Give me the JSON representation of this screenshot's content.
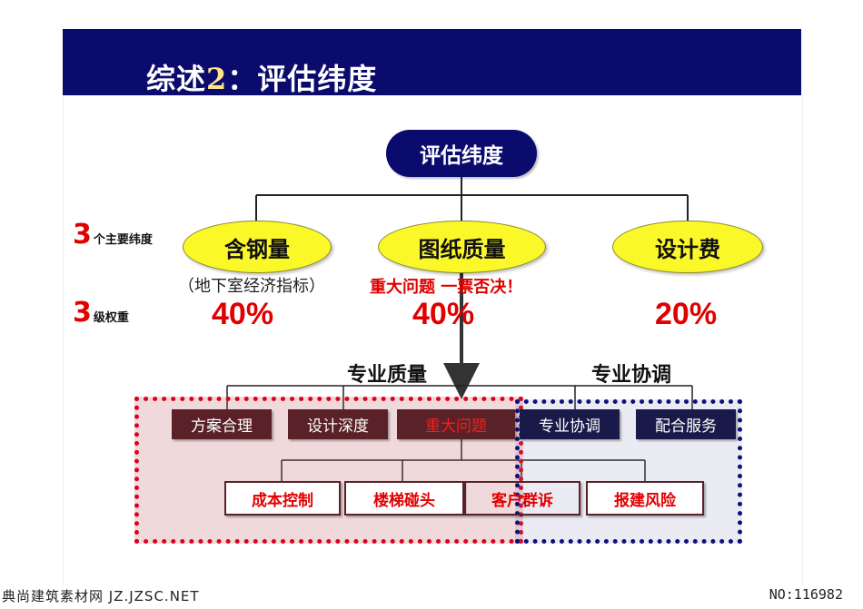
{
  "header": {
    "title_pre": "综述",
    "title_num": "2",
    "title_post": "：评估纬度"
  },
  "root": "评估纬度",
  "dimensions": [
    {
      "label": "含钢量",
      "note": "（地下室经济指标）",
      "weight": "40%"
    },
    {
      "label": "图纸质量",
      "note": "重大问题  一票否决！",
      "weight": "40%"
    },
    {
      "label": "设计费",
      "note": "",
      "weight": "20%"
    }
  ],
  "left_labels": {
    "dimensions_num": "3",
    "dimensions_text": "个主要纬度",
    "weights_num": "3",
    "weights_text": "级权重"
  },
  "groups": {
    "quality": "专业质量",
    "coordination": "专业协调"
  },
  "level2": [
    {
      "label": "方案合理"
    },
    {
      "label": "设计深度"
    },
    {
      "label": "重大问题"
    },
    {
      "label": "专业协调"
    },
    {
      "label": "配合服务"
    }
  ],
  "level3": [
    {
      "label": "成本控制"
    },
    {
      "label": "楼梯碰头"
    },
    {
      "label": "客户群诉"
    },
    {
      "label": "报建风险"
    }
  ],
  "colors": {
    "navy": "#0b0b6e",
    "yellow": "#fbf82a",
    "accent_red": "#e00000",
    "brown": "#5a2228"
  },
  "footer": {
    "left": "典尚建筑素材网 JZ.JZSC.NET",
    "right": "NO:116982"
  }
}
